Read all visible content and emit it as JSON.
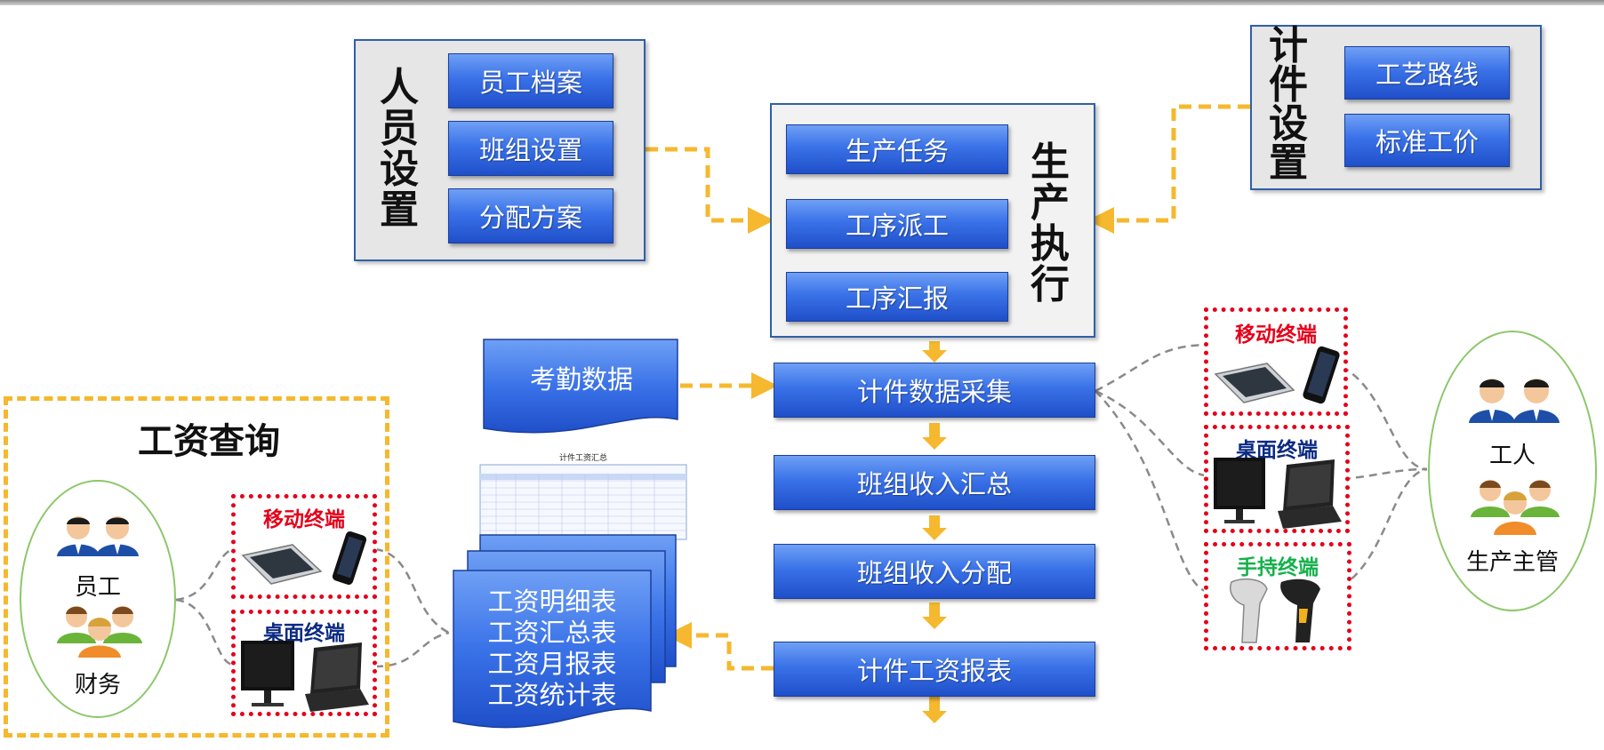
{
  "personnel": {
    "title": [
      "人",
      "员",
      "设",
      "置"
    ],
    "items": [
      "员工档案",
      "班组设置",
      "分配方案"
    ]
  },
  "production": {
    "title": [
      "生",
      "产",
      "执",
      "行"
    ],
    "items": [
      "生产任务",
      "工序派工",
      "工序汇报"
    ]
  },
  "piecework": {
    "title": [
      "计",
      "件",
      "设",
      "置"
    ],
    "items": [
      "工艺路线",
      "标准工价"
    ]
  },
  "attendance": "考勤数据",
  "flow": [
    "计件数据采集",
    "班组收入汇总",
    "班组收入分配",
    "计件工资报表"
  ],
  "salary_query": {
    "title": "工资查询",
    "roles": [
      "员工",
      "财务"
    ],
    "terminals": {
      "mobile": "移动终端",
      "desktop": "桌面终端"
    }
  },
  "reports": [
    "工资明细表",
    "工资汇总表",
    "工资月报表",
    "工资统计表"
  ],
  "thumbnail_title": "计件工资汇总",
  "right_terminals": {
    "mobile": "移动终端",
    "desktop": "桌面终端",
    "handheld": "手持终端"
  },
  "right_roles": [
    "工人",
    "生产主管"
  ],
  "colors": {
    "accent_blue": "#3a72e8",
    "arrow_orange": "#f5b82e",
    "terminal_red": "#e5001a",
    "oval_green": "#8cc76a"
  }
}
